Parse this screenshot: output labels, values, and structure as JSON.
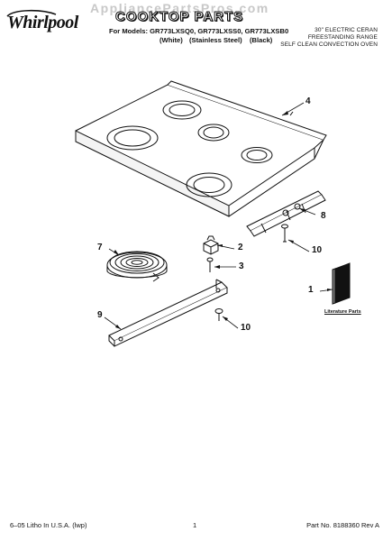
{
  "header": {
    "watermark": "AppliancePartsPros.com",
    "brand_logo_text": "Whirlpool",
    "title": "COOKTOP PARTS",
    "models": "For Models: GR773LXSQ0, GR773LXSS0, GR773LXSB0",
    "finishes": [
      "(White)",
      "(Stainless Steel)",
      "(Black)"
    ],
    "spec_lines": [
      "30\" ELECTRIC CERAN",
      "FREESTANDING RANGE",
      "SELF CLEAN CONVECTION OVEN"
    ]
  },
  "diagram": {
    "callouts": [
      "4",
      "8",
      "2",
      "10",
      "7",
      "3",
      "1",
      "9",
      "10"
    ],
    "literature_label": "Literature Parts"
  },
  "footer": {
    "litho": "6–05 Litho In U.S.A. (lwp)",
    "page": "1",
    "part_number": "Part No. 8188360 Rev A"
  }
}
